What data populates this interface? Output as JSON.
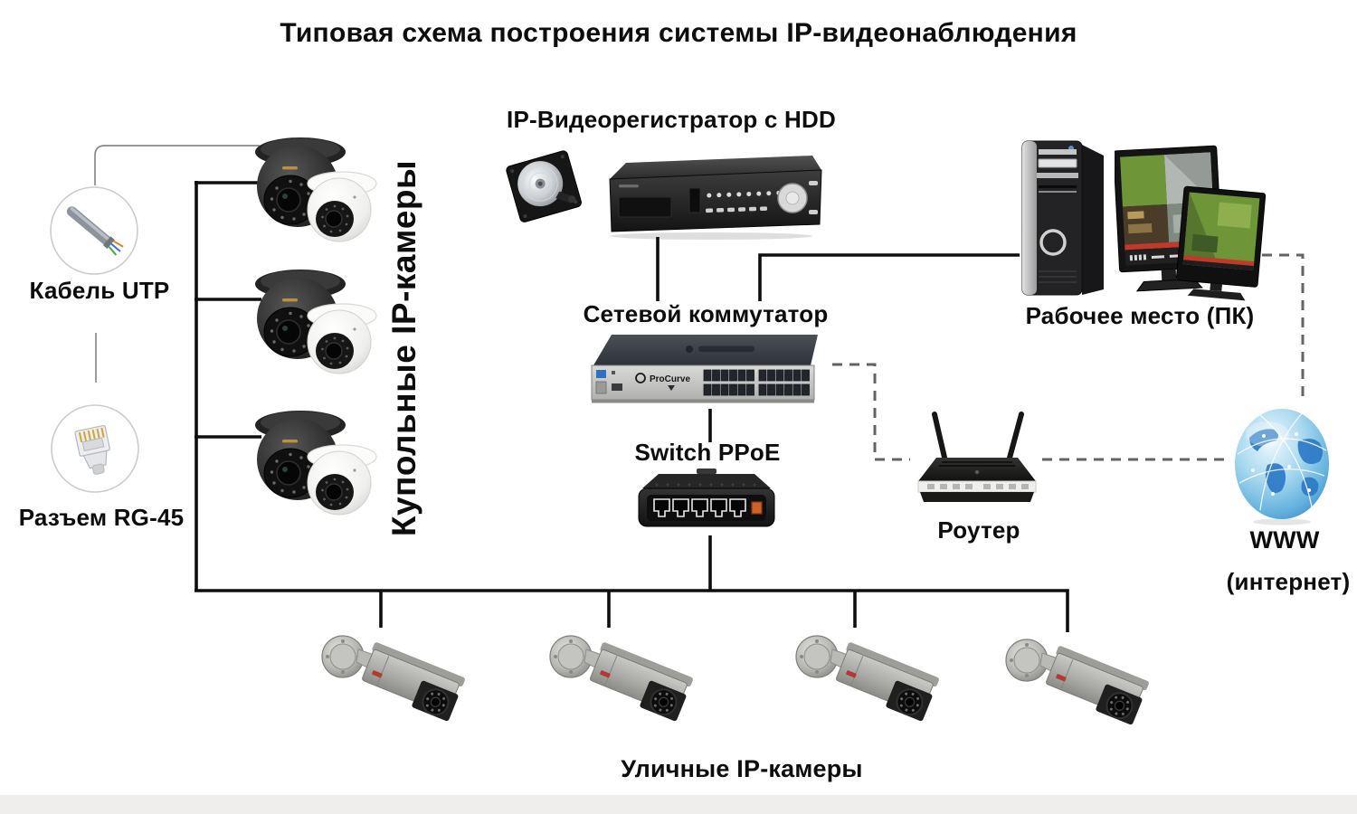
{
  "title": "Типовая схема построения системы IP-видеонаблюдения",
  "left_legend": {
    "utp_label": "Кабель UTP",
    "rg45_label": "Разъем RG-45"
  },
  "cameras": {
    "dome_label": "Купольные IP-камеры",
    "street_label": "Уличные IP-камеры"
  },
  "devices": {
    "dvr_label": "IP-Видеорегистратор с HDD",
    "switch_label": "Сетевой коммутатор",
    "switch_brand": "ProCurve",
    "ppoe_label": "Switch PPoE",
    "workstation_label": "Рабочее место (ПК)",
    "router_label": "Роутер",
    "www_label": "WWW",
    "internet_label": "(интернет)"
  },
  "colors": {
    "background": "#ffffff",
    "line": "#0e0e0e",
    "dashed_line": "#636363",
    "globe_blue": "#2d7ac6",
    "poe_port_orange": "#d06226",
    "cctv_banner_red": "#c0392b"
  }
}
